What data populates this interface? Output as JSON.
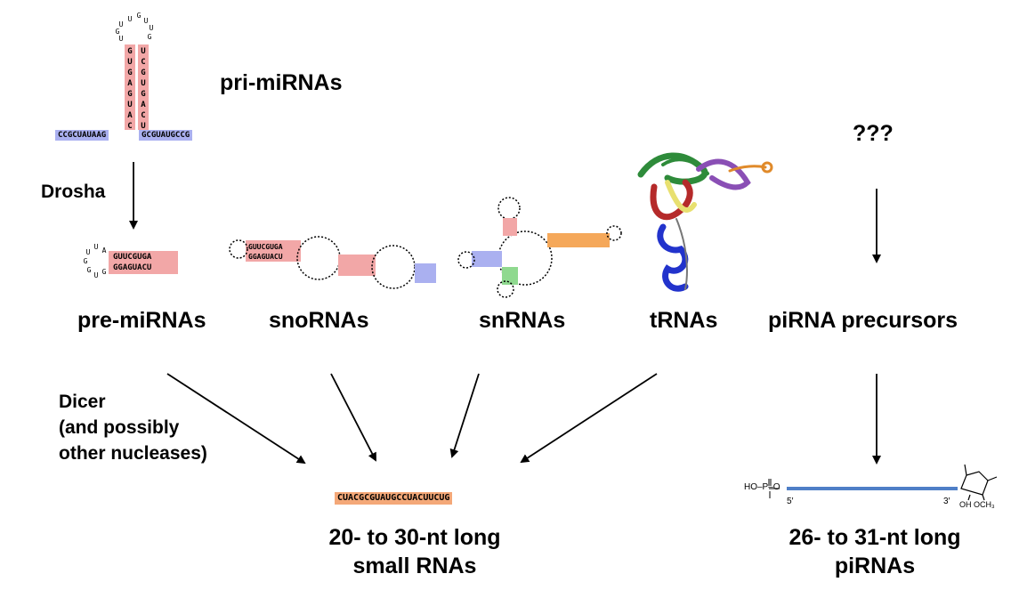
{
  "labels": {
    "pri_mirnas": "pri-miRNAs",
    "unknown": "???",
    "drosha": "Drosha",
    "pre_mirnas": "pre-miRNAs",
    "snornas": "snoRNAs",
    "snrnas": "snRNAs",
    "trnas": "tRNAs",
    "pirna_precursors": "piRNA precursors",
    "dicer_1": "Dicer",
    "dicer_2": "(and possibly",
    "dicer_3": "other nucleases)",
    "small_rnas_1": "20- to 30-nt long",
    "small_rnas_2": "small RNAs",
    "pirnas_1": "26- to 31-nt long",
    "pirnas_2": "piRNAs"
  },
  "sequences": {
    "pri_left": "CCGCUAUAAG",
    "pri_right": "GCGUAUGCCG",
    "pre_top": "GUUCGUGA",
    "pre_bottom": "GGAGUACU",
    "sno_top": "GUUCGUGA",
    "sno_bottom": "GGAGUACU",
    "small_rna": "CUACGCGUAUGCCUACUUCUG"
  },
  "pirna_molecule": {
    "phosphate": "HO–P–O",
    "five_prime": "5′",
    "three_prime": "3′",
    "ribose_groups": "OH OCH₃"
  },
  "colors": {
    "stem_pink": "#f2a7a7",
    "blue_band": "#aab0f0",
    "green_band": "#8fd98f",
    "orange_band": "#f5a85a",
    "small_rna_fill": "#f4a878",
    "pirna_line": "#4f7fc7",
    "trna_green": "#2e8b3a",
    "trna_red": "#b52a2a",
    "trna_yellow": "#e8e070",
    "trna_blue": "#2233cc",
    "trna_purple": "#8a4fb5",
    "trna_orange": "#e08a2a"
  }
}
